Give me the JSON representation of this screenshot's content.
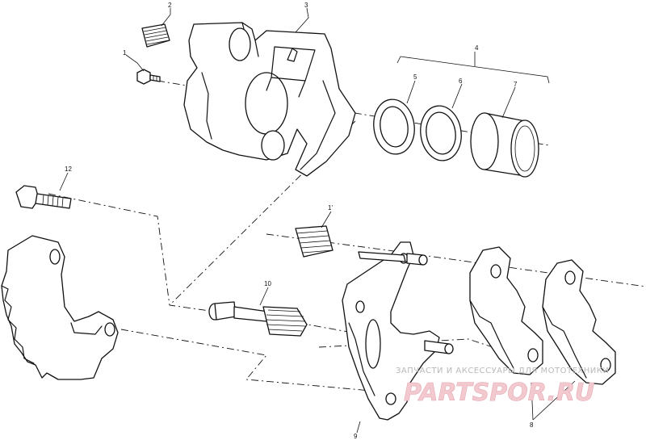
{
  "diagram": {
    "callouts": {
      "c1": "1",
      "c2": "2",
      "c3": "3",
      "c4": "4",
      "c5": "5",
      "c6": "6",
      "c7": "7",
      "c8": "8",
      "c9": "9",
      "c10": "10",
      "c11": "1'",
      "c12": "12"
    },
    "parts": [
      "bleeder-screw",
      "plug",
      "caliper-body",
      "seal-kit",
      "seal",
      "seal",
      "piston",
      "brake-pads",
      "bracket",
      "pin",
      "boot",
      "bolt"
    ]
  },
  "watermark": {
    "text": "ЗАПЧАСТИ И АКСЕССУАРЫ ДЛЯ МОТОТЕХНИКИ",
    "logo": "PARTSPOR.RU"
  }
}
